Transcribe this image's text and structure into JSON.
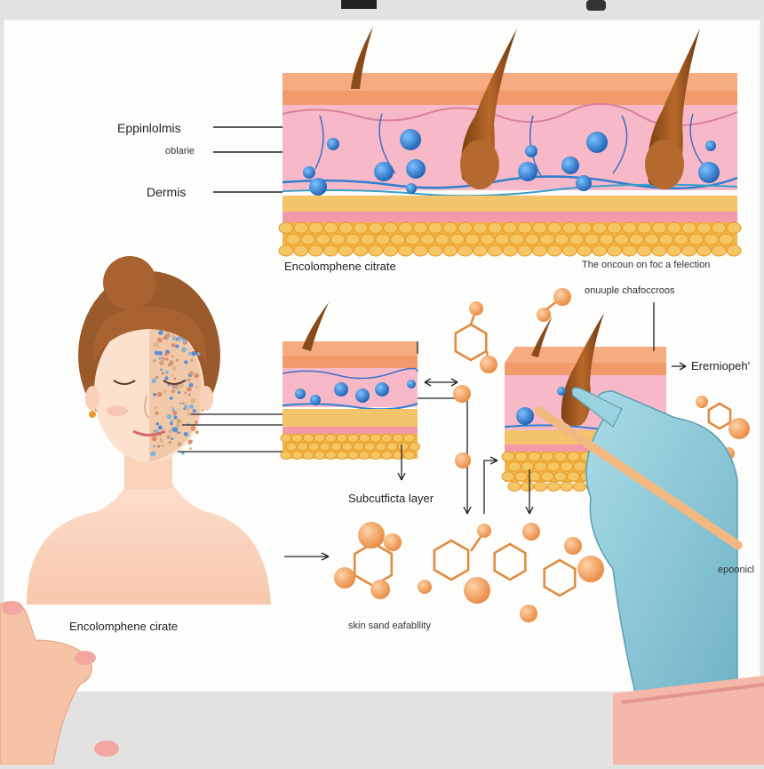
{
  "labels": {
    "epidermis": "Eppinlolmis",
    "oblarie": "oblarie",
    "dermis": "Dermis",
    "compound_top": "Encolomphene citrate",
    "reaction_note": "The oncoun on foc a felection",
    "chain_label": "onuuple chafoccroos",
    "right_layer": "Ererniopeh'",
    "subcutaneous": "Subcutficta layer",
    "compound_bottom": "Encolomphene cirate",
    "stability": "skin sand eafabllity",
    "partial_right": "epoonicl"
  },
  "colors": {
    "paper": "#fdfdfc",
    "epidermis": "#f3a87b",
    "dermis": "#f7b6c5",
    "fat": "#f2b547",
    "vessel": "#2f7fd1",
    "molecule": "#f1a35c",
    "glove": "#8ec9d8"
  }
}
